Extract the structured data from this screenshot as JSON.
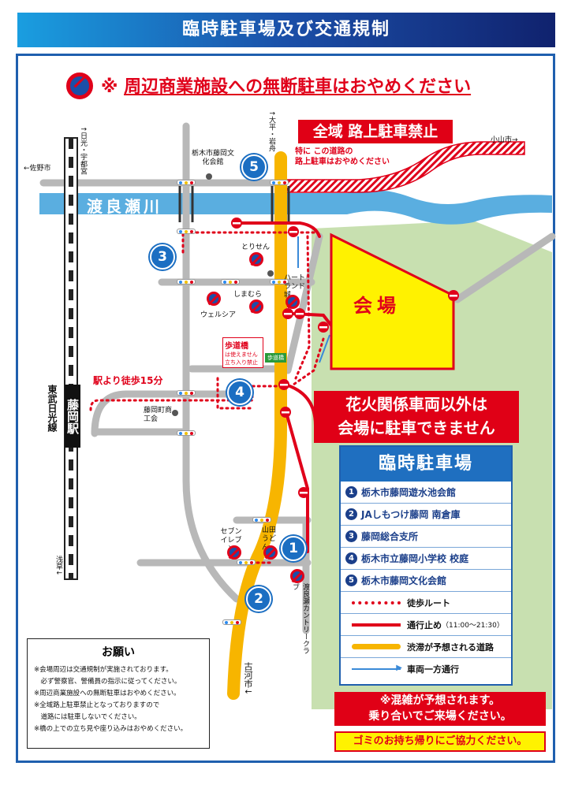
{
  "banner": {
    "title": "臨時駐車場及び交通規制"
  },
  "warning": {
    "prefix": "※",
    "text": "周辺商業施設への無断駐車はおやめください"
  },
  "stations": {
    "station_name": "藤岡駅",
    "line_name": "東武日光線",
    "north": "↑日光・宇都宮",
    "south": "浅草↓"
  },
  "directions": {
    "sano": "←佐野市",
    "oyama": "小山市→",
    "ohira": "↑大平・岩舟",
    "koga": "古河市↓"
  },
  "river": {
    "name": "渡良瀬川"
  },
  "ban_area": {
    "title": "全域 路上駐車禁止",
    "note_line1": "特に この道路の",
    "note_line2": "路上駐車はおやめください"
  },
  "venue": {
    "label": "会場"
  },
  "places": {
    "bunka_kaikan": "栃木市藤岡文化会館",
    "torisen": "とりせん",
    "heartland": "ハートランド城",
    "shimamura": "しまむら",
    "welcia": "ウェルシア",
    "shokokai": "藤岡町商工会",
    "seven": "セブンイレブン",
    "yamada": "山田うどん",
    "country_club": "渡良瀬カントリークラブ"
  },
  "bridge": {
    "notice": "歩道橋",
    "notice2": "は使えません",
    "notice3": "立ち入り禁止",
    "sign": "歩道橋"
  },
  "walk": {
    "label": "駅より徒歩15分"
  },
  "fireworks_notice": {
    "line1": "花火関係車両以外は",
    "line2": "会場に駐車できません"
  },
  "legend": {
    "title": "臨時駐車場",
    "lots": [
      {
        "num": "1",
        "name": "栃木市藤岡遊水池会館"
      },
      {
        "num": "2",
        "name": "JAしもつけ藤岡 南倉庫"
      },
      {
        "num": "3",
        "name": "藤岡総合支所"
      },
      {
        "num": "4",
        "name": "栃木市立藤岡小学校 校庭"
      },
      {
        "num": "5",
        "name": "栃木市藤岡文化会館"
      }
    ],
    "walk_route": "徒歩ルート",
    "closure": "通行止め",
    "closure_time": "（11:00～21:30）",
    "congestion": "渋滞が予想される道路",
    "oneway": "車両一方通行"
  },
  "map_numbers": [
    "1",
    "2",
    "3",
    "4",
    "5"
  ],
  "notice": {
    "title": "お願い",
    "lines": [
      "※会場周辺は交通規制が実施されております。",
      "　必ず警察官、警備員の指示に従ってください。",
      "※周辺商業施設への無断駐車はおやめください。",
      "※全域路上駐車禁止となっておりますので",
      "　道路には駐車しないでください。",
      "※橋の上での立ち見や座り込みはおやめください。"
    ]
  },
  "crowd": {
    "line1": "※混雑が予想されます。",
    "line2": "乗り合いでご来場ください。"
  },
  "garbage": {
    "text": "ゴミのお持ち帰りにご協力ください。"
  },
  "colors": {
    "road_gray": "#b8b8b8",
    "congestion": "#f7b500",
    "closure": "#e0001a",
    "river": "#5aaee0",
    "venue": "#fff200",
    "park": "#c8e0b0",
    "accent_blue": "#1f5fae"
  }
}
